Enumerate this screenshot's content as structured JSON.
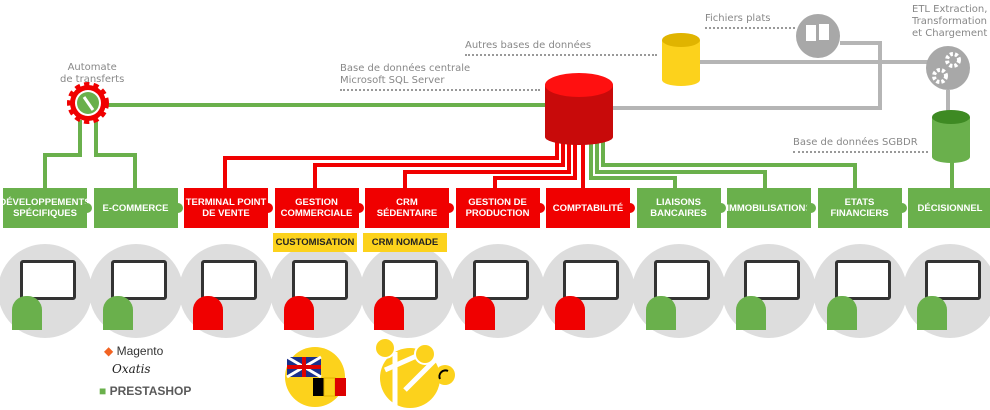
{
  "labels": {
    "automate": [
      "Automate",
      "de transferts"
    ],
    "central_db": [
      "Base de données centrale",
      "Microsoft SQL Server"
    ],
    "other_db": "Autres bases de données",
    "flat_files": "Fichiers plats",
    "etl": [
      "ETL Extraction,",
      "Transformation",
      "et Chargement"
    ],
    "sgbdr": "Base de données SGBDR"
  },
  "modules": [
    {
      "label": "DÉVELOPPEMENTS SPÉCIFIQUES",
      "color": "green",
      "icon": "warehouse-icon"
    },
    {
      "label": "E-COMMERCE",
      "color": "green",
      "icon": "shopping-basket-icon"
    },
    {
      "label": "TERMINAL POINT DE VENTE",
      "color": "red",
      "icon": "cash-register-icon"
    },
    {
      "label": "GESTION COMMERCIALE",
      "color": "red",
      "icon": "shopping-cart-icon"
    },
    {
      "label": "CRM SÉDENTAIRE",
      "color": "red",
      "icon": "mobile-phone-icon"
    },
    {
      "label": "GESTION DE PRODUCTION",
      "color": "red",
      "icon": "robot-arm-icon"
    },
    {
      "label": "COMPTABILITÉ",
      "color": "red",
      "icon": "scales-icon"
    },
    {
      "label": "LIAISONS BANCAIRES",
      "color": "green",
      "icon": "banknotes-icon"
    },
    {
      "label": "IMMOBILISATIONS",
      "color": "green",
      "icon": "building-icon"
    },
    {
      "label": "ETATS FINANCIERS",
      "color": "green",
      "icon": "euro-report-icon"
    },
    {
      "label": "DÉCISIONNEL",
      "color": "green",
      "icon": "dashboard-chart-icon"
    }
  ],
  "sub_modules": {
    "customisation": "CUSTOMISATION",
    "crm_nomade": "CRM NOMADE"
  },
  "logos": {
    "magento": "Magento",
    "oxatis": "Oxatis",
    "prestashop": "PRESTASHOP"
  },
  "colors": {
    "red": "#f00000",
    "green": "#6ab04c",
    "yellow": "#fcd21c",
    "gray": "#b5b5b5"
  }
}
